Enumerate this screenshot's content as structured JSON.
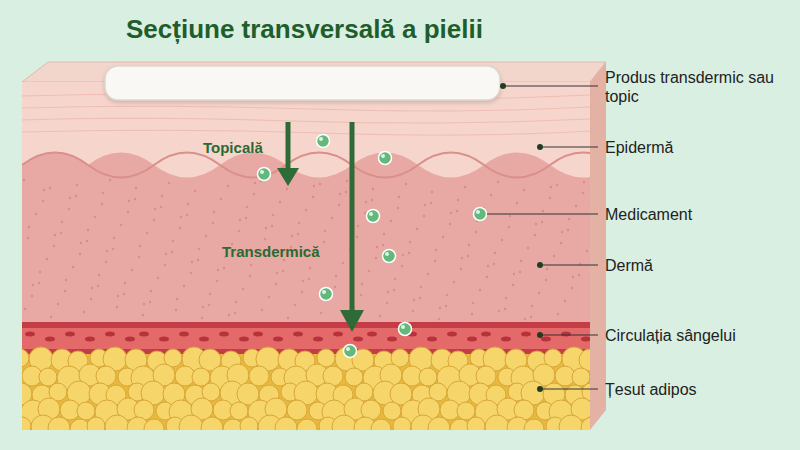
{
  "diagram": {
    "title": "Secțiune transversală a pielii",
    "labels": [
      "Produs transdermic sau topic",
      "Epidermă",
      "Topicală",
      "Medicament",
      "Transdermică",
      "Dermă",
      "Circulația sângelui",
      "Țesut adipos"
    ]
  }
}
